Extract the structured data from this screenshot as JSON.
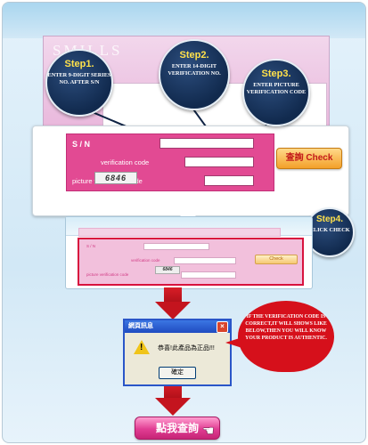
{
  "header": {
    "brand": "SMILLS"
  },
  "steps": [
    {
      "step": "Step1.",
      "text": "ENTER 9-DIGIT SERIES NO. AFTER S/N"
    },
    {
      "step": "Step2.",
      "text": "ENTER 14-DIGIT VERIFICATION NO."
    },
    {
      "step": "Step3.",
      "text": "ENTER PICTURE VERIFICATION CODE"
    },
    {
      "step": "Step4.",
      "text": "CLICK CHECK"
    }
  ],
  "form": {
    "sn_label": "S / N",
    "verification_label": "verification code",
    "picture_label": "picture verification code",
    "captcha_text": "6846",
    "check_button": "查詢 Check"
  },
  "mini_form": {
    "sn_label": "S / N",
    "verification_label": "verification code",
    "picture_label": "picture verification code",
    "captcha_text": "6846",
    "check_button": "Check"
  },
  "dialog": {
    "title": "網頁訊息",
    "close": "×",
    "message": "恭喜!此產品為正品!!!",
    "ok": "確定"
  },
  "note": "IF THE VERIFICATION CODE IS CORRECT,IT WILL SHOWS LIKE BELOW,THEN YOU WILL KNOW YOUR PRODUCT IS AUTHENTIC.",
  "query_button": "點我查詢",
  "colors": {
    "pink": "#e24a93",
    "navy": "#112a4e",
    "red": "#d6101b",
    "accent": "#f3a02a"
  }
}
